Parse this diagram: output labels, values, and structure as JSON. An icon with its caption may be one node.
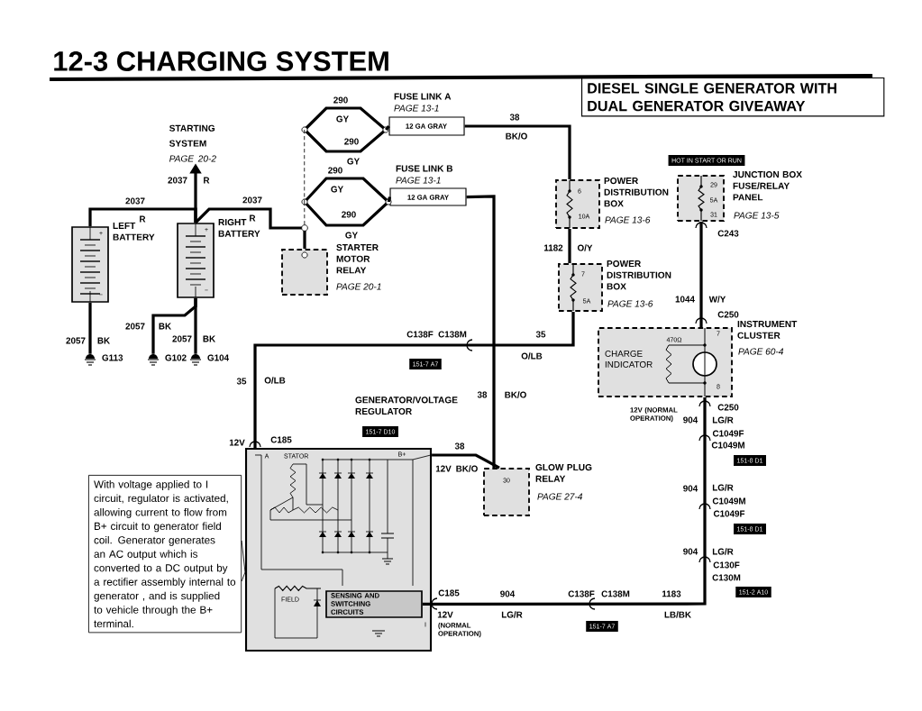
{
  "diagram": {
    "title": "12-3 CHARGING SYSTEM",
    "nodes": [
      {
        "text": [
          "STARTING SYSTEM",
          "PAGE 20-2"
        ]
      },
      {
        "text": [
          "+",
          "LEFT BATTERY",
          "−"
        ]
      },
      {
        "text": [
          "+",
          "RIGHT BATTERY",
          "−"
        ]
      },
      {
        "text": [
          "G113"
        ]
      },
      {
        "text": [
          "G102"
        ]
      },
      {
        "text": [
          "G104"
        ]
      },
      {
        "text": [
          "FUSE LINK A",
          "PAGE 13-1",
          "12 GA GRAY"
        ]
      },
      {
        "text": [
          "FUSE LINK B",
          "PAGE 13-1",
          "12 GA GRAY"
        ]
      },
      {
        "text": [
          "STARTER MOTOR RELAY",
          "PAGE 20-1"
        ]
      },
      {
        "text": [
          "POWER DISTRIBUTION BOX",
          "PAGE 13-6",
          "6",
          "10A"
        ]
      },
      {
        "text": [
          "POWER DISTRIBUTION BOX",
          "PAGE 13-6",
          "7",
          "5A"
        ]
      },
      {
        "text": [
          "JUNCTION BOX FUSE/RELAY PANEL",
          "PAGE 13-5",
          "29",
          "5A",
          "31"
        ]
      },
      {
        "text": [
          "INSTRUMENT CLUSTER",
          "PAGE 60-4",
          "CHARGE INDICATOR",
          "470Ω",
          "7",
          "8"
        ]
      },
      {
        "text": [
          "GENERATOR/VOLTAGE REGULATOR",
          "A",
          "STATOR",
          "B+",
          "FIELD",
          "I"
        ]
      },
      {
        "text": [
          "SENSING AND SWITCHING CIRCUITS"
        ],
        "in": 13
      },
      {
        "text": [
          "30",
          "GLOW PLUG RELAY",
          "PAGE 27-4"
        ]
      },
      {
        "text": [
          "With voltage applied to I circuit, regulator is activated, allowing current to flow from B+ circuit to generator field coil. Generator generates an AC output which is converted to a DC output by a rectifier assembly internal to generator , and is supplied to vehicle through the B+ terminal."
        ]
      },
      {
        "text": [
          "DIESEL SINGLE GENERATOR WITH DUAL GENERATOR GIVEAWAY"
        ]
      },
      {
        "text": [
          "290",
          "GY",
          "290",
          "GY"
        ]
      },
      {
        "text": [
          "290",
          "GY",
          "290",
          "GY"
        ]
      }
    ],
    "edges": [
      {
        "from": 1,
        "to": 2,
        "arrow": "none"
      },
      {
        "from": 2,
        "to": 0,
        "arrow": "to"
      },
      {
        "from": 2,
        "to": 8,
        "arrow": "none"
      },
      {
        "from": 18,
        "to": 19,
        "arrow": "none",
        "style": "dashed"
      },
      {
        "from": 19,
        "to": 8,
        "arrow": "none",
        "style": "dashed"
      },
      {
        "from": 18,
        "to": 6,
        "arrow": "none"
      },
      {
        "from": 19,
        "to": 7,
        "arrow": "none"
      },
      {
        "from": 6,
        "to": 9,
        "arrow": "none"
      },
      {
        "from": 9,
        "to": 10,
        "arrow": "none"
      },
      {
        "from": 10,
        "to": 13,
        "arrow": "none"
      },
      {
        "from": 7,
        "to": 15,
        "arrow": "none"
      },
      {
        "from": 13,
        "to": 15,
        "arrow": "none"
      },
      {
        "from": 11,
        "to": 12,
        "arrow": "none"
      },
      {
        "from": 12,
        "to": 14,
        "arrow": "none"
      },
      {
        "from": 16,
        "to": 13,
        "arrow": "none"
      },
      {
        "from": 1,
        "to": 3,
        "arrow": "none"
      },
      {
        "from": 2,
        "to": 4,
        "arrow": "none"
      },
      {
        "from": 2,
        "to": 5,
        "arrow": "none"
      }
    ],
    "labels": [
      "2037",
      "R",
      "2037",
      "R",
      "2037",
      "R",
      "38",
      "BK/O",
      "1182",
      "O/Y",
      "35",
      "O/LB",
      "C138F",
      "C138M",
      "151-7 A7",
      "35",
      "O/LB",
      "12V",
      "C185",
      "151-7 D10",
      "38",
      "BK/O",
      "38",
      "12V",
      "BK/O",
      "HOT IN START OR RUN",
      "C243",
      "1044",
      "W/Y",
      "C250",
      "C250",
      "12V (NORMAL OPERATION)",
      "904",
      "LG/R",
      "C1049F",
      "C1049M",
      "151-8 D1",
      "904",
      "LG/R",
      "C1049M",
      "C1049F",
      "151-8 D1",
      "904",
      "LG/R",
      "C130F",
      "C130M",
      "151-2 A10",
      "1183",
      "LB/BK",
      "C138F",
      "C138M",
      "151-7 A7",
      "904",
      "LG/R",
      "C185",
      "12V",
      "(NORMAL OPERATION)",
      "2057",
      "BK",
      "2057",
      "BK",
      "2057",
      "BK"
    ]
  }
}
